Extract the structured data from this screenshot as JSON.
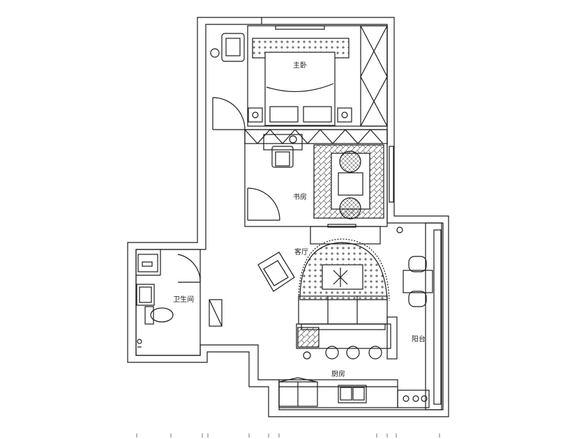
{
  "rooms": {
    "master_bedroom": "主卧",
    "study": "书房",
    "living_room": "客厅",
    "bathroom": "卫生间",
    "balcony": "阳台",
    "kitchen": "厨房"
  },
  "colors": {
    "line": "#1a1a1a",
    "background": "#ffffff"
  }
}
